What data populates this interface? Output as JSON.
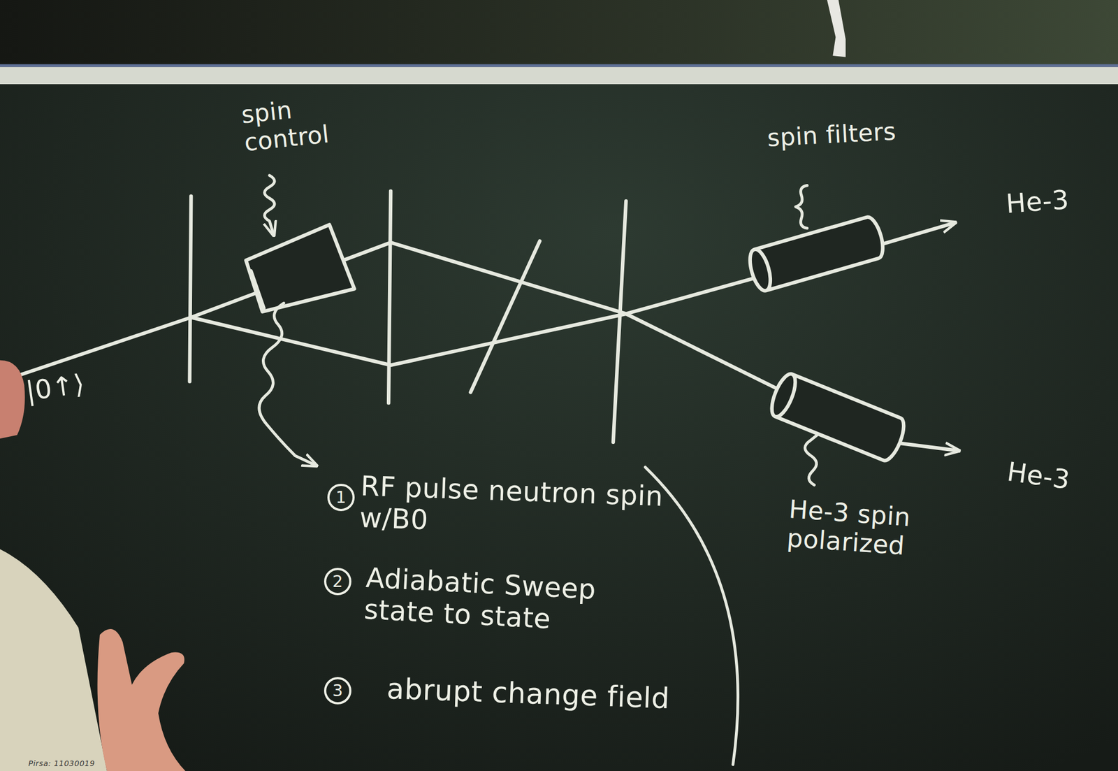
{
  "diagram": {
    "labels": [
      "spin control",
      "spin filters",
      "He-3",
      "He-3",
      "|0↑⟩",
      "1",
      "RF pulse neutron spin w/B0",
      "2",
      "Adiabatic Sweep state to state",
      "3",
      "abrupt change field",
      "He-3 spin polarized",
      "Pirsa: 11030019"
    ]
  }
}
